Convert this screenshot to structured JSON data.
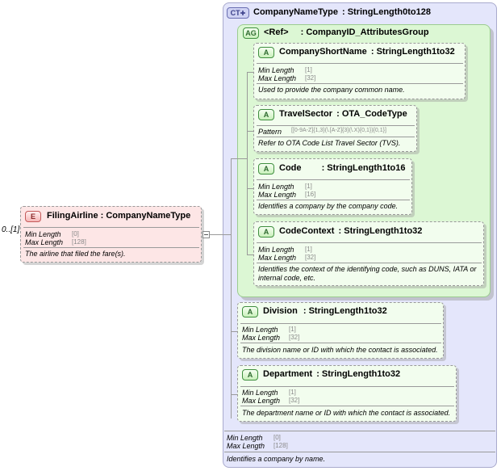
{
  "ct": {
    "badge": "CT",
    "title_name": "CompanyNameType",
    "title_type": ": StringLength0to128",
    "facets": [
      {
        "label": "Min Length",
        "value": "[0]"
      },
      {
        "label": "Max Length",
        "value": "[128]"
      }
    ],
    "doc": "Identifies a company by name."
  },
  "ag": {
    "badge": "AG",
    "ref_label": "<Ref>",
    "title_type": ": CompanyID_AttributesGroup"
  },
  "attributes": [
    {
      "badge": "A",
      "name": "CompanyShortName",
      "type": ": StringLength1to32",
      "facets": [
        {
          "label": "Min Length",
          "value": "[1]"
        },
        {
          "label": "Max Length",
          "value": "[32]"
        }
      ],
      "doc": "Used to provide the company common name."
    },
    {
      "badge": "A",
      "name": "TravelSector",
      "type": ": OTA_CodeType",
      "facets": [
        {
          "label": "Pattern",
          "value": "[[0-9A-Z]{1,3}(\\.[A-Z]{3}(\\.X){0,1}){0,1}]"
        }
      ],
      "doc": "Refer to OTA Code List Travel Sector (TVS)."
    },
    {
      "badge": "A",
      "name": "Code",
      "type": ": StringLength1to16",
      "facets": [
        {
          "label": "Min Length",
          "value": "[1]"
        },
        {
          "label": "Max Length",
          "value": "[16]"
        }
      ],
      "doc": "Identifies a company by the company code."
    },
    {
      "badge": "A",
      "name": "CodeContext",
      "type": ": StringLength1to32",
      "facets": [
        {
          "label": "Min Length",
          "value": "[1]"
        },
        {
          "label": "Max Length",
          "value": "[32]"
        }
      ],
      "doc_line1": "Identifies the context of the identifying code, such as DUNS, IATA or",
      "doc_line2": "internal code, etc."
    },
    {
      "badge": "A",
      "name": "Division",
      "type": ": StringLength1to32",
      "facets": [
        {
          "label": "Min Length",
          "value": "[1]"
        },
        {
          "label": "Max Length",
          "value": "[32]"
        }
      ],
      "doc": "The division name or ID with which the contact is associated."
    },
    {
      "badge": "A",
      "name": "Department",
      "type": ": StringLength1to32",
      "facets": [
        {
          "label": "Min Length",
          "value": "[1]"
        },
        {
          "label": "Max Length",
          "value": "[32]"
        }
      ],
      "doc": "The department name or ID with which the contact is associated."
    }
  ],
  "element": {
    "badge": "E",
    "title": "FilingAirline : CompanyNameType",
    "multiplicity": "0..[1]",
    "facets": [
      {
        "label": "Min Length",
        "value": "[0]"
      },
      {
        "label": "Max Length",
        "value": "[128]"
      }
    ],
    "doc": "The airline that filed the fare(s)."
  },
  "colors": {
    "ct_fill": "#e4e6fb",
    "ag_fill": "#dcf7d4",
    "attr_fill": "#f2fdee",
    "element_fill": "#fde6e6"
  }
}
